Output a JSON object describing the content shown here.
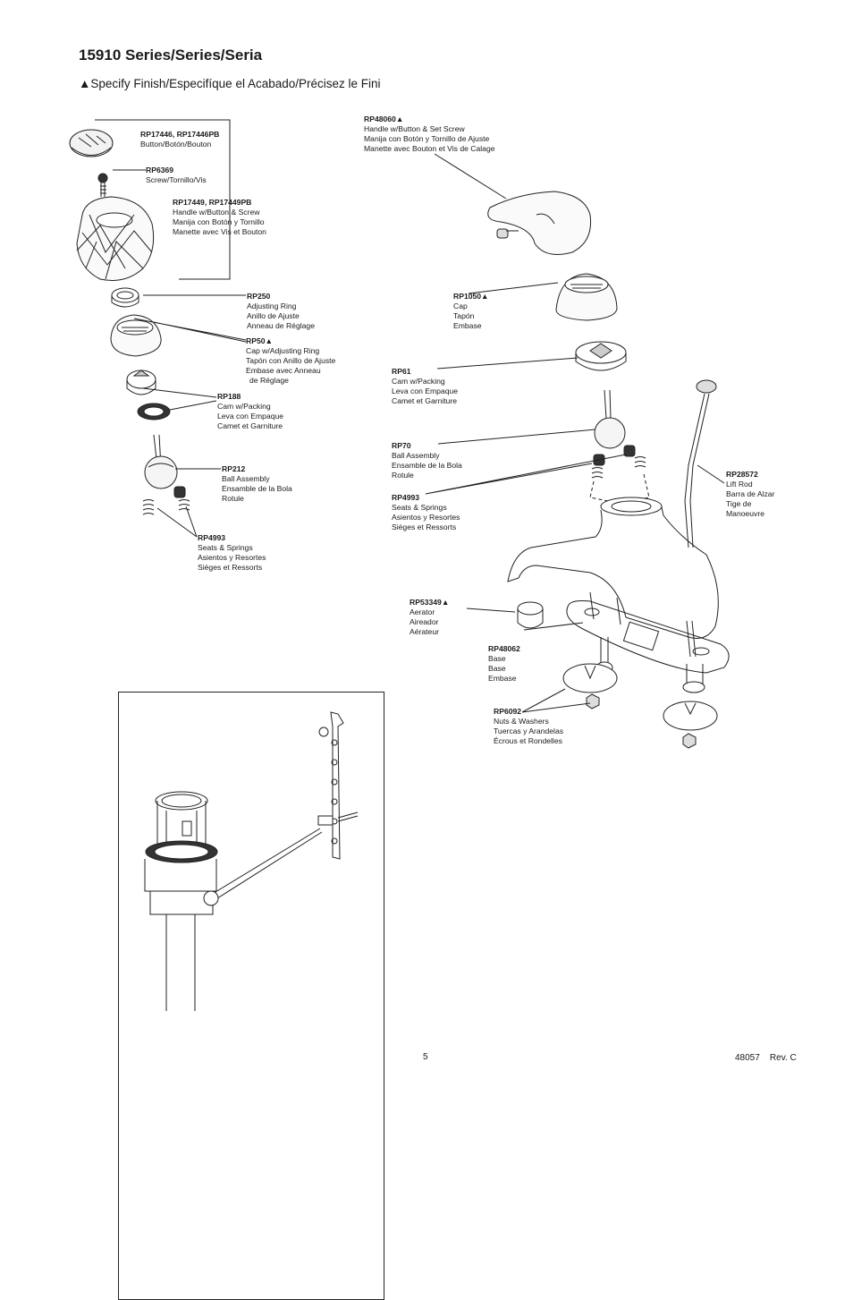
{
  "header": {
    "title": "15910 Series/Series/Seria",
    "subtitle": "▲Specify Finish/Especifíque el Acabado/Précisez le Fini"
  },
  "parts": [
    {
      "code": "RP17446, RP17446PB",
      "lines": [
        "Button/Botón/Bouton"
      ]
    },
    {
      "code": "RP6369",
      "lines": [
        "Screw/Tornillo/Vis"
      ]
    },
    {
      "code": "RP17449, RP17449PB",
      "lines": [
        "Handle w/Button & Screw",
        "Manija con Botón y Tornillo",
        "Manette avec Vis et Bouton"
      ]
    },
    {
      "code": "RP250",
      "lines": [
        "Adjusting Ring",
        "Anillo de Ajuste",
        "Anneau de Réglage"
      ]
    },
    {
      "code": "RP50▲",
      "lines": [
        "Cap w/Adjusting Ring",
        "Tapón con Anillo de Ajuste",
        "Embase avec Anneau",
        "de Réglage"
      ]
    },
    {
      "code": "RP188",
      "lines": [
        "Cam w/Packing",
        "Leva con Empaque",
        "Camet et Garniture"
      ]
    },
    {
      "code": "RP212",
      "lines": [
        "Ball Assembly",
        "Ensamble de la Bola",
        "Rotule"
      ]
    },
    {
      "code": "RP4993",
      "lines": [
        "Seats & Springs",
        "Asientos y Resortes",
        "Sièges et Ressorts"
      ]
    },
    {
      "code": "RP48060▲",
      "lines": [
        "Handle w/Button & Set Screw",
        "Manija con Botón y Tornillo de Ajuste",
        "Manette avec Bouton et Vis de Calage"
      ]
    },
    {
      "code": "RP1050▲",
      "lines": [
        "Cap",
        "Tapón",
        "Embase"
      ]
    },
    {
      "code": "RP61",
      "lines": [
        "Cam w/Packing",
        "Leva con Empaque",
        "Camet et Garniture"
      ]
    },
    {
      "code": "RP70",
      "lines": [
        "Ball Assembly",
        "Ensamble de la Bola",
        "Rotule"
      ]
    },
    {
      "code": "RP4993",
      "lines": [
        "Seats & Springs",
        "Asientos y Resortes",
        "Sièges et Ressorts"
      ]
    },
    {
      "code": "RP28572",
      "lines": [
        "Lift Rod",
        "Barra de Alzar",
        "Tige de",
        "Manoeuvre"
      ]
    },
    {
      "code": "RP53349▲",
      "lines": [
        "Aerator",
        "Aireador",
        "Aérateur"
      ]
    },
    {
      "code": "RP48062",
      "lines": [
        "Base",
        "Base",
        "Embase"
      ]
    },
    {
      "code": "RP6092",
      "lines": [
        "Nuts & Washers",
        "Tuercas y Arandelas",
        "Écrous et Rondelles"
      ]
    }
  ],
  "footer": {
    "page_number": "5",
    "doc_ref": "48057    Rev. C"
  }
}
